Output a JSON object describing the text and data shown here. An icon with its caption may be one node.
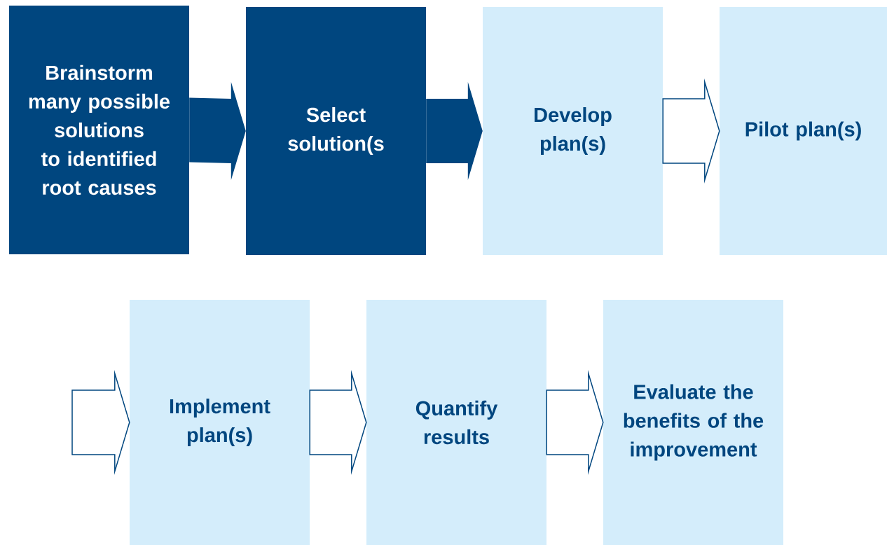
{
  "diagram": {
    "nodes": [
      {
        "text": [
          "Brainstorm many possible solutions to identified root causes"
        ]
      },
      {
        "text": [
          "Select solution(s"
        ]
      },
      {
        "text": [
          "Develop plan(s)"
        ]
      },
      {
        "text": [
          "Pilot plan(s)"
        ]
      },
      {
        "text": [
          "Implement plan(s)"
        ]
      },
      {
        "text": [
          "Quantify results"
        ]
      },
      {
        "text": [
          "Evaluate the benefits of the improvement"
        ]
      }
    ],
    "edges": [
      {
        "from": 0,
        "to": 1,
        "arrow": "to",
        "color": "#00467f"
      },
      {
        "from": 1,
        "to": 2,
        "arrow": "to",
        "color": "#00467f"
      },
      {
        "from": 2,
        "to": 3,
        "arrow": "to"
      },
      {
        "from": null,
        "to": 4,
        "arrow": "to"
      },
      {
        "from": 4,
        "to": 5,
        "arrow": "to"
      },
      {
        "from": 5,
        "to": 6,
        "arrow": "to"
      }
    ]
  }
}
